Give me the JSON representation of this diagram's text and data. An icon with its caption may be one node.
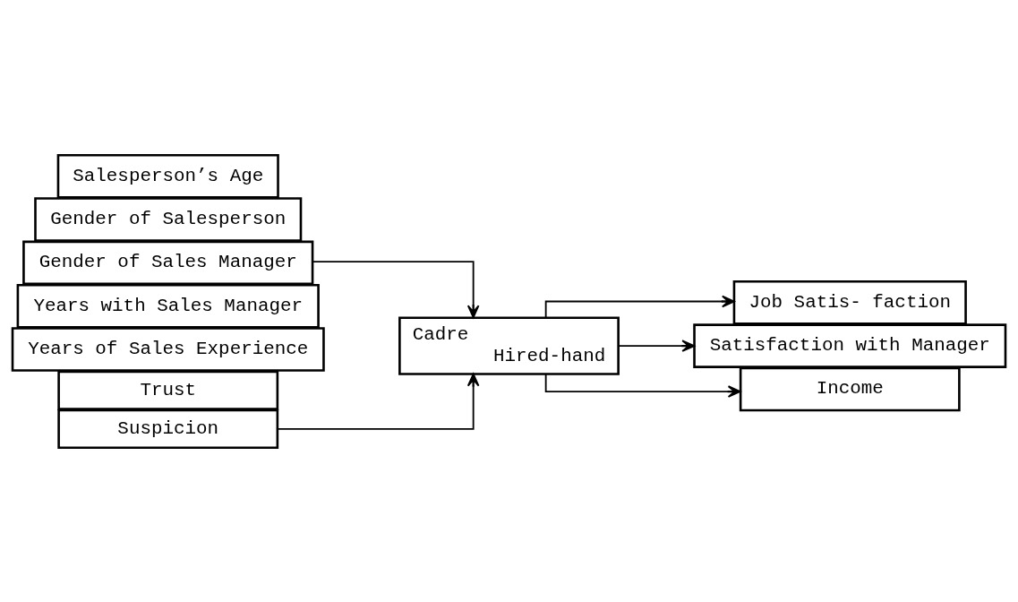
{
  "diagram": {
    "nodes": [
      {
        "text": [
          "Salesperson’s Age"
        ]
      },
      {
        "text": [
          "Gender of Salesperson"
        ]
      },
      {
        "text": [
          "Gender of Sales Manager"
        ]
      },
      {
        "text": [
          "Years with Sales Manager"
        ]
      },
      {
        "text": [
          "Years of Sales Experience"
        ]
      },
      {
        "text": [
          "Trust"
        ]
      },
      {
        "text": [
          "Suspicion"
        ]
      },
      {
        "text": [
          "Cadre",
          "Hired-hand"
        ]
      },
      {
        "text": [
          "Job Satis- faction"
        ]
      },
      {
        "text": [
          "Satisfaction with Manager"
        ]
      },
      {
        "text": [
          "Income"
        ]
      }
    ],
    "edges": [
      {
        "from": 2,
        "to": 7,
        "arrow": "to"
      },
      {
        "from": 6,
        "to": 7,
        "arrow": "to"
      },
      {
        "from": 7,
        "to": 8,
        "arrow": "to"
      },
      {
        "from": 7,
        "to": 9,
        "arrow": "to"
      },
      {
        "from": 7,
        "to": 10,
        "arrow": "to"
      }
    ]
  }
}
